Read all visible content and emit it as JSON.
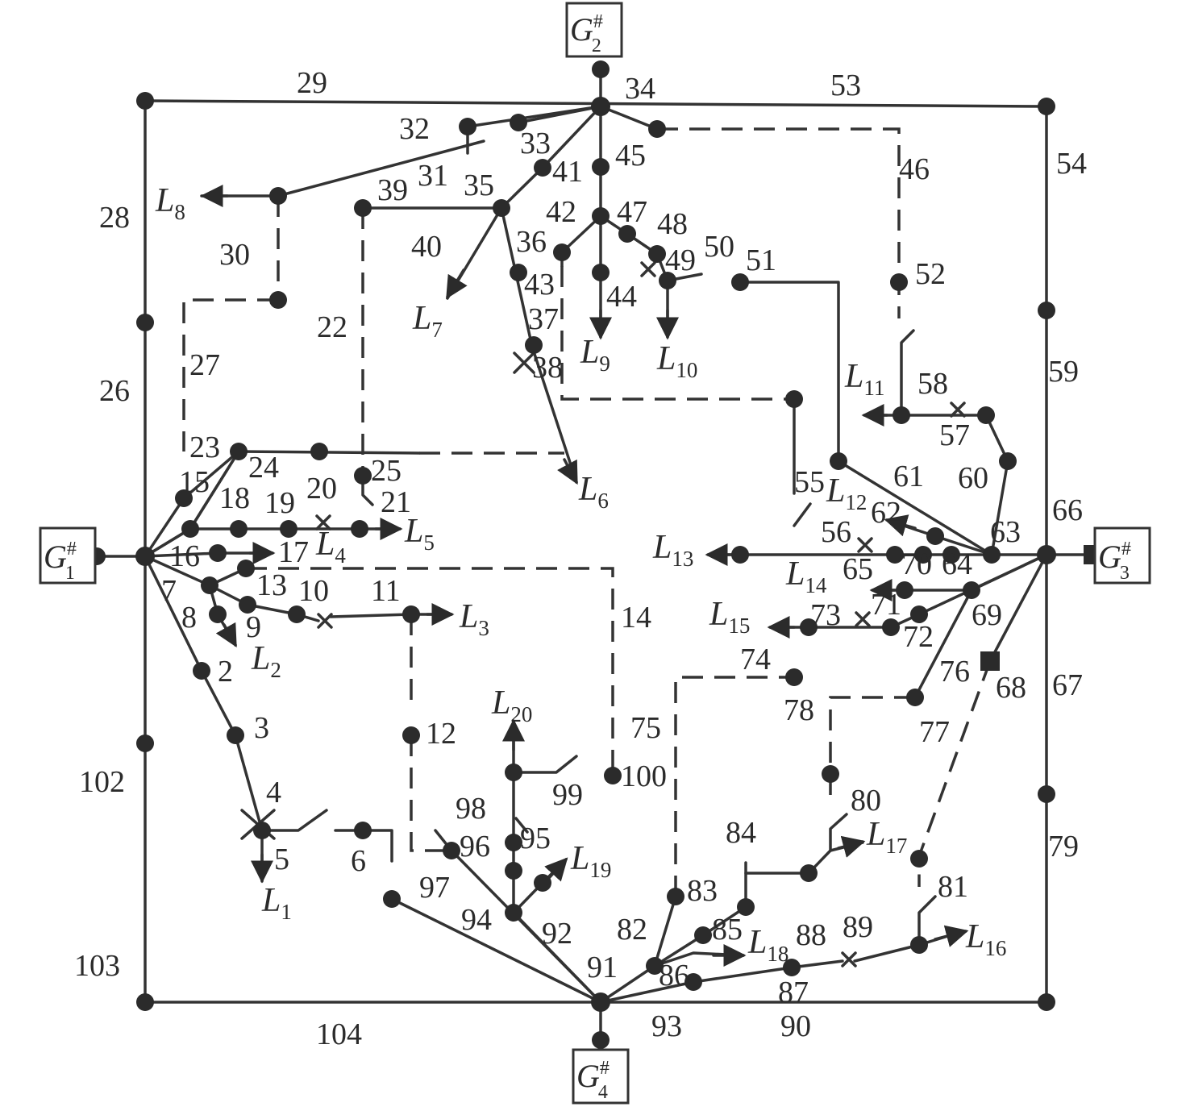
{
  "generators": [
    {
      "id": "g1",
      "base": "G",
      "sup": "#",
      "sub": "1"
    },
    {
      "id": "g2",
      "base": "G",
      "sup": "#",
      "sub": "2"
    },
    {
      "id": "g3",
      "base": "G",
      "sup": "#",
      "sub": "3"
    },
    {
      "id": "g4",
      "base": "G",
      "sup": "#",
      "sub": "4"
    }
  ],
  "loads": [
    {
      "base": "L",
      "sub": "1"
    },
    {
      "base": "L",
      "sub": "2"
    },
    {
      "base": "L",
      "sub": "3"
    },
    {
      "base": "L",
      "sub": "4"
    },
    {
      "base": "L",
      "sub": "5"
    },
    {
      "base": "L",
      "sub": "6"
    },
    {
      "base": "L",
      "sub": "7"
    },
    {
      "base": "L",
      "sub": "8"
    },
    {
      "base": "L",
      "sub": "9"
    },
    {
      "base": "L",
      "sub": "10"
    },
    {
      "base": "L",
      "sub": "11"
    },
    {
      "base": "L",
      "sub": "12"
    },
    {
      "base": "L",
      "sub": "13"
    },
    {
      "base": "L",
      "sub": "14"
    },
    {
      "base": "L",
      "sub": "15"
    },
    {
      "base": "L",
      "sub": "16"
    },
    {
      "base": "L",
      "sub": "17"
    },
    {
      "base": "L",
      "sub": "18"
    },
    {
      "base": "L",
      "sub": "19"
    },
    {
      "base": "L",
      "sub": "20"
    }
  ],
  "numbers": [
    "2",
    "3",
    "4",
    "5",
    "6",
    "7",
    "8",
    "9",
    "10",
    "11",
    "12",
    "13",
    "14",
    "15",
    "16",
    "17",
    "18",
    "19",
    "20",
    "21",
    "22",
    "23",
    "24",
    "25",
    "26",
    "27",
    "28",
    "29",
    "30",
    "31",
    "32",
    "33",
    "34",
    "35",
    "36",
    "37",
    "38",
    "39",
    "40",
    "41",
    "42",
    "43",
    "44",
    "45",
    "46",
    "47",
    "48",
    "49",
    "50",
    "51",
    "52",
    "53",
    "54",
    "55",
    "56",
    "57",
    "58",
    "59",
    "60",
    "61",
    "62",
    "63",
    "64",
    "65",
    "66",
    "67",
    "68",
    "69",
    "70",
    "71",
    "72",
    "73",
    "74",
    "75",
    "76",
    "77",
    "78",
    "79",
    "80",
    "81",
    "82",
    "83",
    "84",
    "85",
    "86",
    "87",
    "88",
    "89",
    "90",
    "91",
    "92",
    "93",
    "94",
    "95",
    "96",
    "97",
    "98",
    "99",
    "100",
    "102",
    "103",
    "104"
  ]
}
